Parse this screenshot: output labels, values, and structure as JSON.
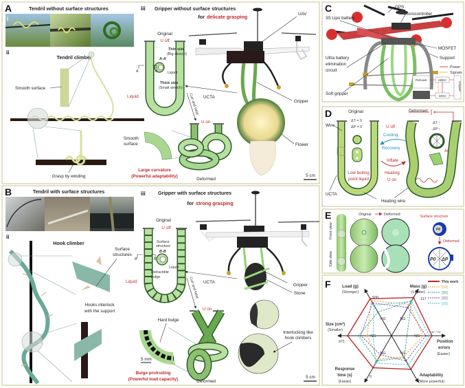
{
  "panel_a": {
    "label": "A",
    "sub_i": "i",
    "sub_ii": "ii",
    "sub_iii": "iii",
    "title_i": "Tendril without surface structures",
    "title_ii": "Tendril climber",
    "smooth_surface": "Smooth surface",
    "grasp": "Grasp by winding",
    "title_iii": "Gripper without surface structures",
    "for_prefix": "for",
    "for_emph": "delicate grasping",
    "original": "Original",
    "u_off": "U off",
    "thin_side": "Thin side",
    "big_stretch": "(Big stretch)",
    "section": "A-A",
    "liquid_small": "Liquid",
    "thick_side": "Thick side",
    "small_stretch": "(Small stretch)",
    "section_marker": "A",
    "liquid": "Liquid",
    "ucta": "UCTA",
    "curl": "Curl and twist",
    "u_on": "U on",
    "smooth_1": "Smooth",
    "smooth_2": "surface",
    "result_1": "Large curvature",
    "result_2": "(Powerful adaptability)",
    "deformed": "Deformed",
    "uav": "UAV",
    "gripper": "Gripper",
    "flower": "Flower",
    "scale": "5 cm"
  },
  "panel_b": {
    "label": "B",
    "sub_i": "i",
    "sub_ii": "ii",
    "sub_iii": "iii",
    "title_i": "Tendril with surface structures",
    "title_ii": "Hook climber",
    "surface_1": "Surface",
    "surface_2": "structures",
    "hooks_1": "Hooks interlock",
    "hooks_2": "with the support",
    "title_iii": "Gripper with surface structures",
    "for_prefix": "for",
    "for_emph": "strong grasping",
    "original": "Original",
    "u_off": "U off",
    "surface_structure_1": "Surface",
    "surface_structure_2": "structure",
    "section": "B-B",
    "section_marker": "B",
    "liquid_small": "Liquid",
    "retractible_1": "Retractible",
    "retractible_2": "bulge",
    "liquid": "Liquid",
    "ucta": "UCTA",
    "curl": "Curl and twist",
    "u_on": "U on",
    "hard_bulge": "Hard bulge",
    "scale_mm": "5 mm",
    "result_1": "Bulge protruding",
    "result_2": "(Powerful load capacity)",
    "deformed": "Deformed",
    "uav": "UAV",
    "gripper": "Gripper",
    "stone": "Stone",
    "interlock_1": "Interlocking like",
    "interlock_2": "hook climbers",
    "scale": "5 cm"
  },
  "panel_c": {
    "label": "C",
    "gps": "GPS",
    "microcontroller": "Microcontroller",
    "battery": "3S Lipo battery",
    "mosfet": "MOSFET",
    "support": "Support",
    "ubec_1": "Ultra battery",
    "ubec_2": "elimination",
    "ubec_3": "circuit",
    "soft_gripper": "Soft gripper",
    "legend_power": "Power",
    "legend_signals": "Signals",
    "box_pixhawk": "Pixhawk",
    "box_ubec": "UBEC",
    "box_mos": "MOS",
    "box_gripper": "Gripper",
    "colors": {
      "power": "#c0282a",
      "signals": "#e0b030"
    }
  },
  "panel_d": {
    "label": "D",
    "original": "Original",
    "deformed": "Deformed",
    "wire": "Wire",
    "dt0": "ΔT = 0",
    "dp0": "ΔP = 0",
    "u_off": "U off",
    "cooling": "Cooling",
    "recovery": "Recovery",
    "inflate": "Inflate",
    "heating": "Heating",
    "u_on": "U on",
    "liquid_1": "Low boiling",
    "liquid_2": "point liquid",
    "ucta": "UCTA",
    "heating_wire": "Heating wire",
    "dt_up": "ΔT ↑",
    "dp_up": "ΔP ↑",
    "air": "Air"
  },
  "panel_e": {
    "label": "E",
    "original": "Original",
    "deformed": "Deformed",
    "front_view": "Front view",
    "side_view": "Side view",
    "surface_structure": "Surface structure",
    "p0_top": "P0",
    "deformed_2": "Deformed",
    "p0": "P0",
    "dp": "ΔP"
  },
  "chart_data": {
    "type": "radar",
    "panel_label": "F",
    "axes": [
      {
        "name": "Load (g)",
        "note": "(Stronger)",
        "tick": "500"
      },
      {
        "name": "Mass (g)",
        "note": "(Lighter)",
        "tick": "117"
      },
      {
        "name": "Position",
        "name2": "errors",
        "note": "(Easier)",
        "tick": "xc / ro"
      },
      {
        "name": "Adaptability",
        "note": "(More powerful)",
        "tick": ""
      },
      {
        "name": "Response",
        "name2": "time (s)",
        "note": "(Faster)",
        "tick": "0"
      },
      {
        "name": "Size (cm³)",
        "note": "(Smaller)",
        "tick": "971"
      }
    ],
    "range": [
      0,
      1
    ],
    "legend_placement": "top-right",
    "series": [
      {
        "name": "This work",
        "color": "#c0282a",
        "dashed": false,
        "values": [
          0.97,
          1.0,
          0.92,
          0.88,
          0.84,
          1.0
        ]
      },
      {
        "name": "[19]",
        "color": "#e0a030",
        "dashed": true,
        "values": [
          0.92,
          0.82,
          0.72,
          0.55,
          0.62,
          0.55
        ]
      },
      {
        "name": "[30]",
        "color": "#2aa080",
        "dashed": true,
        "values": [
          0.62,
          0.92,
          0.35,
          0.58,
          0.66,
          0.75
        ]
      },
      {
        "name": "[32]",
        "color": "#7a4aa8",
        "dashed": true,
        "values": [
          0.86,
          0.74,
          0.78,
          0.66,
          0.5,
          0.7
        ]
      },
      {
        "name": "[33]",
        "color": "#40b8d8",
        "dashed": true,
        "values": [
          0.8,
          0.9,
          0.86,
          0.76,
          0.72,
          0.42
        ]
      }
    ],
    "ng_label": "NG"
  }
}
